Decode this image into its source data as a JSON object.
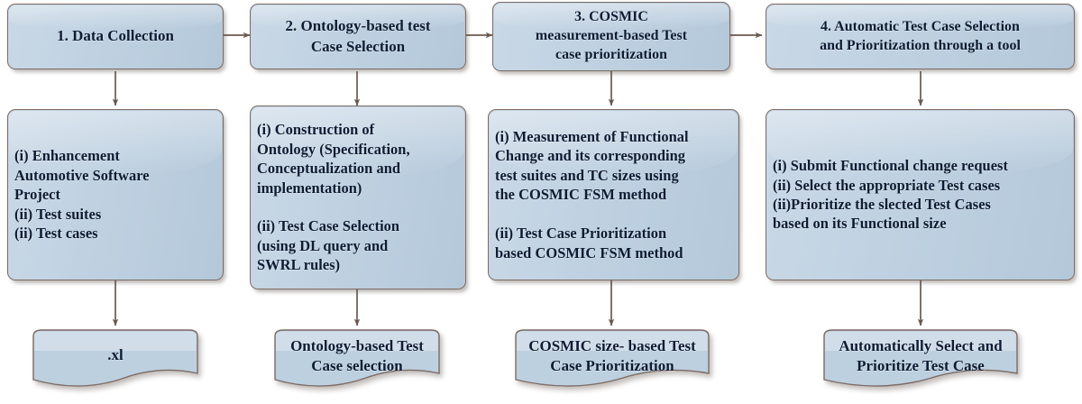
{
  "diagram": {
    "title": "Research methodology flow for COSMIC measurement-based test case selection and prioritization",
    "type": "flowchart",
    "colors": {
      "node_fill_light": "#c9d8e6",
      "node_fill_dark": "#b4c8da",
      "node_border": "#7d6b63",
      "connector": "#6b5a50",
      "text": "#0d1b33",
      "background": "#ffffff"
    },
    "phases": [
      {
        "id": "phase-1",
        "step_label": "1. Data Collection",
        "activities": "(i)  Enhancement\nAutomotive Software\nProject\n(ii) Test suites\n(ii) Test cases",
        "output": ".xl"
      },
      {
        "id": "phase-2",
        "step_label": "2. Ontology-based test\nCase Selection",
        "activities": "(i) Construction of\nOntology (Specification,\nConceptualization and\nimplementation)\n\n(ii) Test Case Selection\n(using DL query and\nSWRL rules)",
        "output": "Ontology-based Test\nCase selection"
      },
      {
        "id": "phase-3",
        "step_label": "3. COSMIC\nmeasurement-based Test\ncase prioritization",
        "activities": "(i) Measurement of Functional\nChange and its corresponding\ntest suites and TC sizes using\nthe COSMIC FSM method\n\n(ii) Test Case Prioritization\nbased COSMIC FSM method",
        "output": "COSMIC size- based Test\nCase Prioritization"
      },
      {
        "id": "phase-4",
        "step_label": "4. Automatic Test Case Selection\nand Prioritization through a tool",
        "activities": "(i) Submit Functional change request\n(ii) Select the appropriate Test cases\n(ii)Prioritize the slected Test Cases\nbased on its Functional size",
        "output": "Automatically Select and\nPrioritize Test Case"
      }
    ],
    "connectors": {
      "horizontal": [
        {
          "from": "phase-1-step",
          "to": "phase-2-step"
        },
        {
          "from": "phase-2-step",
          "to": "phase-3-step"
        },
        {
          "from": "phase-3-step",
          "to": "phase-4-step"
        }
      ],
      "vertical": [
        {
          "from": "phase-1-step",
          "to": "phase-1-activities"
        },
        {
          "from": "phase-2-step",
          "to": "phase-2-activities"
        },
        {
          "from": "phase-3-step",
          "to": "phase-3-activities"
        },
        {
          "from": "phase-4-step",
          "to": "phase-4-activities"
        },
        {
          "from": "phase-1-activities",
          "to": "phase-1-output"
        },
        {
          "from": "phase-2-activities",
          "to": "phase-2-output"
        },
        {
          "from": "phase-3-activities",
          "to": "phase-3-output"
        },
        {
          "from": "phase-4-activities",
          "to": "phase-4-output"
        }
      ]
    }
  }
}
